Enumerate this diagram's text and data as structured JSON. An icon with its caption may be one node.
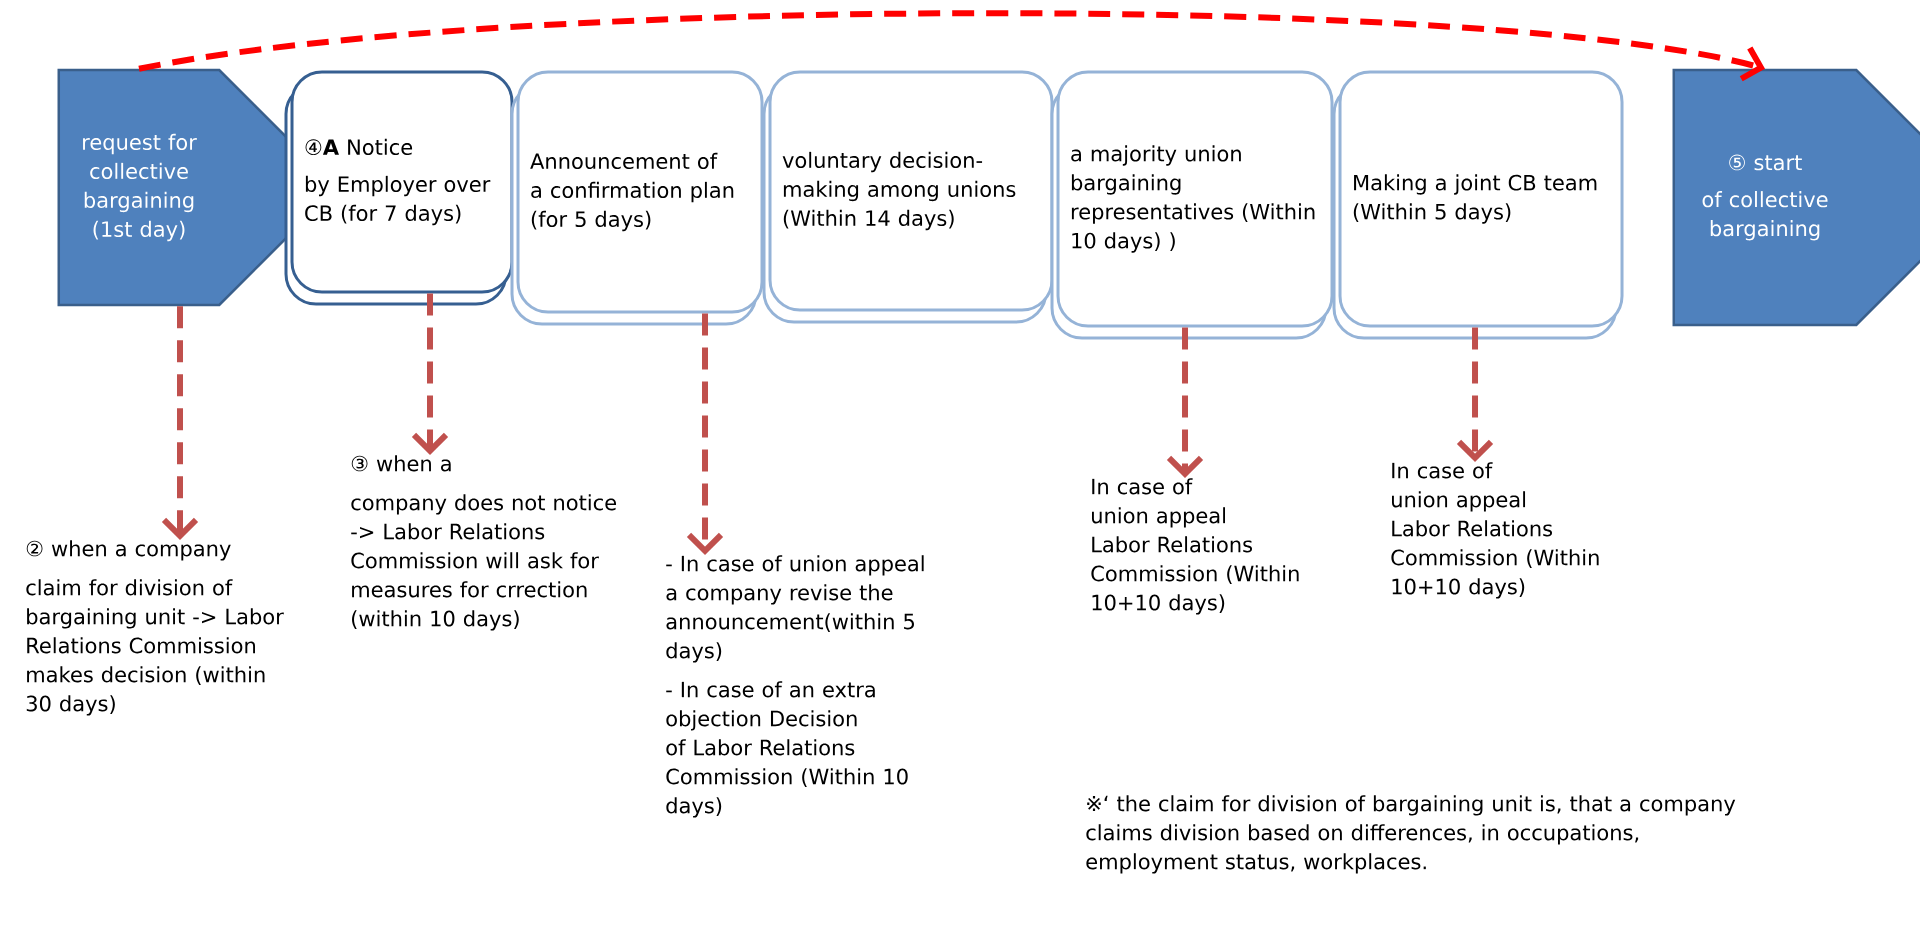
{
  "diagram": {
    "nodes": [
      {
        "text": [
          "request for collective bargaining (1st day)"
        ]
      },
      {
        "text": [
          "④**A** Notice",
          "by Employer over CB (for 7 days)"
        ]
      },
      {
        "text": [
          "Announcement of a confirmation plan (for 5 days)"
        ]
      },
      {
        "text": [
          "voluntary decision-making among unions (Within 14 days)"
        ]
      },
      {
        "text": [
          "a majority union bargaining representatives (Within 10 days) )"
        ]
      },
      {
        "text": [
          "Making a joint CB team (Within 5 days)"
        ]
      },
      {
        "text": [
          "⑤ start",
          "of collective bargaining"
        ]
      },
      {
        "text": [
          "② when a company",
          "claim for division of bargaining unit -> Labor Relations Commission makes decision (within 30 days)"
        ]
      },
      {
        "text": [
          "③ when a",
          "company does not notice -> Labor Relations Commission will ask for measures for crrection (within 10 days)"
        ]
      },
      {
        "text": [
          "- In case of union appeal a company revise the announcement(within 5 days)",
          "- In case of an extra objection Decision of Labor Relations Commission (Within 10 days)"
        ]
      },
      {
        "text": [
          "In case of union appeal Labor Relations Commission (Within 10+10 days)"
        ]
      },
      {
        "text": [
          "In case of union appeal Labor Relations Commission (Within 10+10 days)"
        ]
      }
    ],
    "edges": [
      {
        "from": 0,
        "to": 6,
        "arrow": "to",
        "style": "dashed",
        "color": "#ff0000"
      },
      {
        "from": 0,
        "to": 7,
        "arrow": "to",
        "style": "dashed"
      },
      {
        "from": 1,
        "to": 8,
        "arrow": "to",
        "style": "dashed"
      },
      {
        "from": 2,
        "to": 9,
        "arrow": "to",
        "style": "dashed"
      },
      {
        "from": 4,
        "to": 10,
        "arrow": "to",
        "style": "dashed"
      },
      {
        "from": 5,
        "to": 11,
        "arrow": "to",
        "style": "dashed"
      }
    ],
    "labels": [
      "※‘ the claim for division of bargaining unit is, that a company claims division based on differences, in occupations, employment status, workplaces."
    ]
  }
}
